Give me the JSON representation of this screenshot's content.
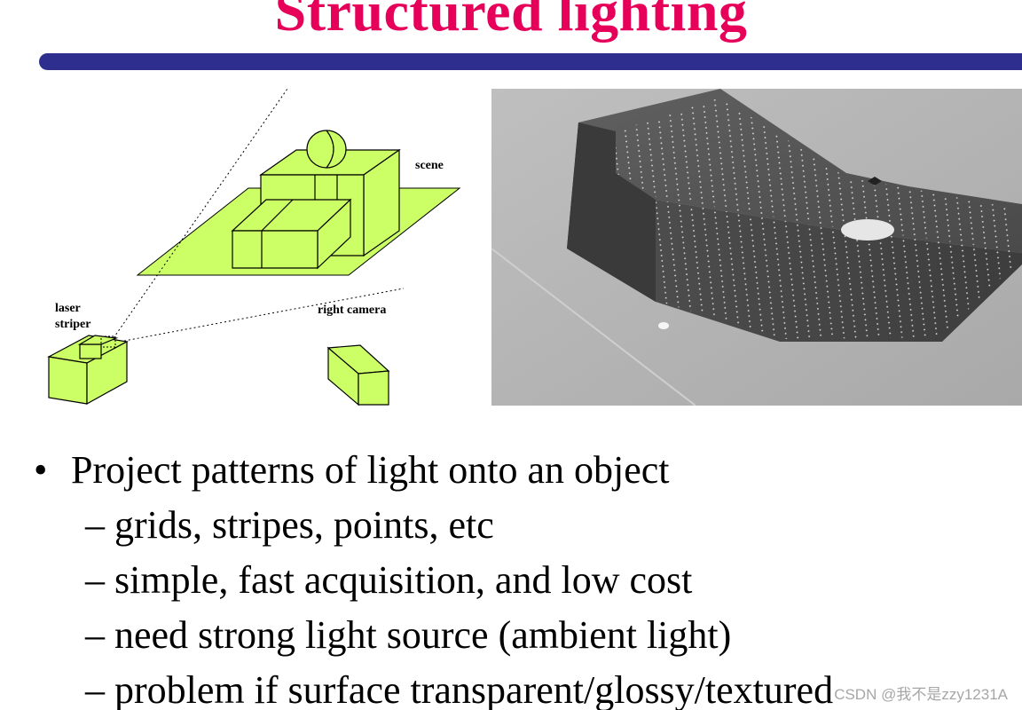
{
  "title": "Structured lighting",
  "diagram": {
    "label_scene": "scene",
    "label_laser_line1": "laser",
    "label_laser_line2": "striper",
    "label_camera": "right camera"
  },
  "bullets": {
    "main": "Project patterns of light onto an object",
    "bullet_symbol": "•",
    "items": [
      "– grids, stripes, points, etc",
      "– simple, fast acquisition, and low cost",
      "– need strong light source (ambient light)",
      "– problem if surface transparent/glossy/textured"
    ]
  },
  "watermark": "CSDN @我不是zzy1231A",
  "colors": {
    "title": "#e6005a",
    "bar": "#2e2e8e",
    "diagram_fill": "#ccff66"
  }
}
